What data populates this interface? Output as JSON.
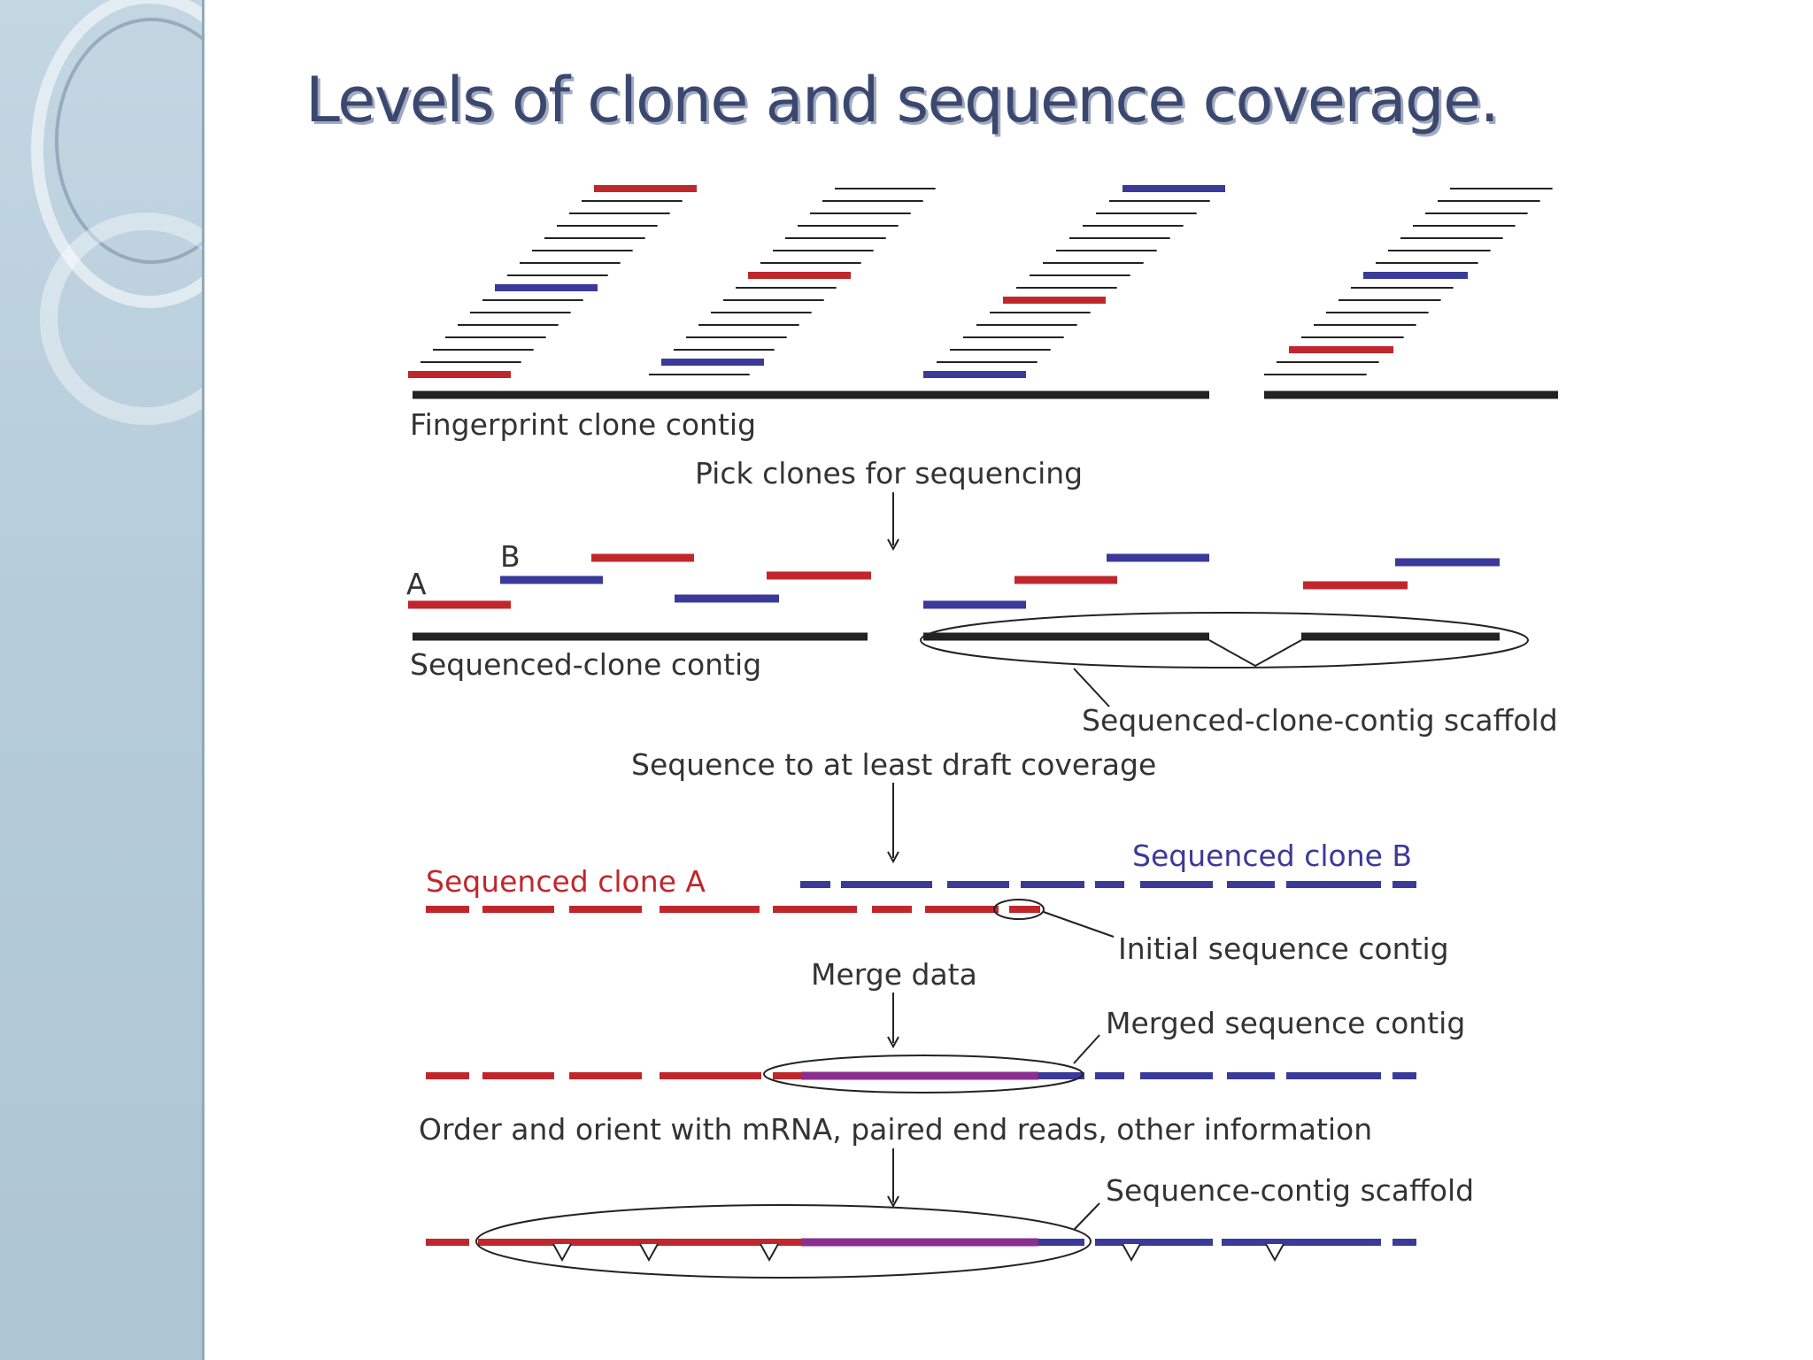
{
  "title": "Levels of clone and sequence coverage.",
  "colors": {
    "red": "#c0272d",
    "blue": "#3a3a9a",
    "purple": "#8a2f8f",
    "black": "#222222",
    "title": "#3a4870",
    "sidebar": "#b6ccd9"
  },
  "labels": {
    "fingerprint": "Fingerprint clone contig",
    "pick": "Pick clones for sequencing",
    "clone_a_letter": "A",
    "clone_b_letter": "B",
    "sequenced_clone_contig": "Sequenced-clone contig",
    "scaffold": "Sequenced-clone-contig scaffold",
    "draft": "Sequence to at least draft coverage",
    "clone_a": "Sequenced clone A",
    "clone_b": "Sequenced clone B",
    "initial_contig": "Initial sequence contig",
    "merge": "Merge data",
    "merged_contig": "Merged sequence contig",
    "order": "Order and orient with mRNA, paired end reads, other information",
    "seq_scaffold": "Sequence-contig scaffold"
  }
}
